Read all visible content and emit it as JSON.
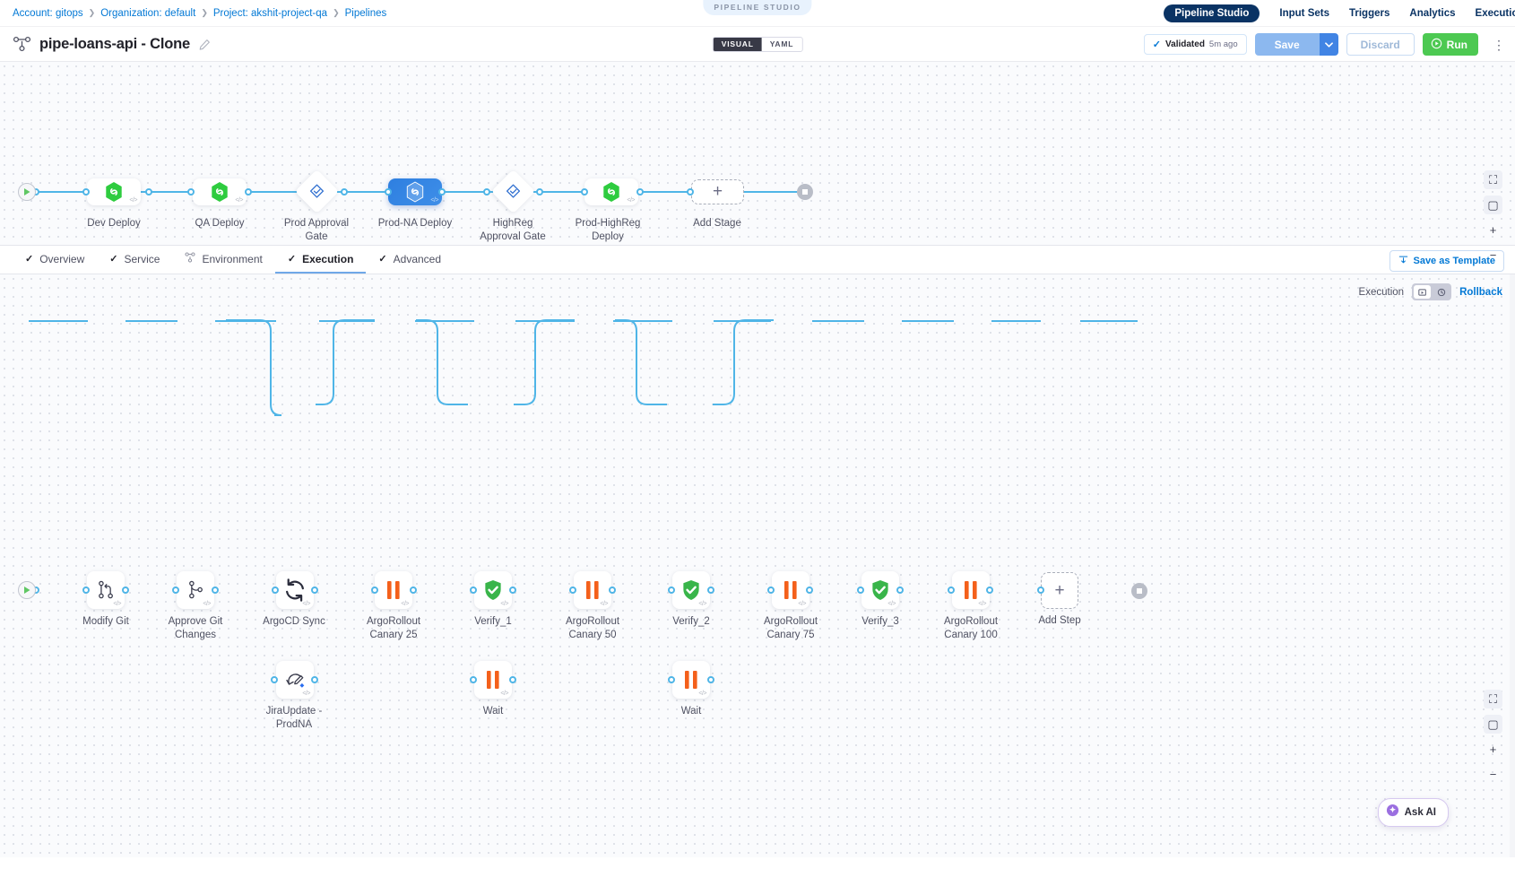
{
  "breadcrumb": {
    "items": [
      {
        "label": "Account: gitops"
      },
      {
        "label": "Organization: default"
      },
      {
        "label": "Project: akshit-project-qa"
      },
      {
        "label": "Pipelines"
      }
    ],
    "separator": "❯"
  },
  "studio_badge": "PIPELINE STUDIO",
  "topnav": {
    "items": [
      {
        "label": "Pipeline Studio",
        "active": true
      },
      {
        "label": "Input Sets",
        "active": false
      },
      {
        "label": "Triggers",
        "active": false
      },
      {
        "label": "Analytics",
        "active": false
      },
      {
        "label": "Execution H",
        "active": false
      }
    ]
  },
  "header": {
    "title": "pipe-loans-api - Clone",
    "edit_icon": "pencil-icon",
    "pipeline_icon": "pipeline-icon",
    "mode_toggle": {
      "visual": "VISUAL",
      "yaml": "YAML",
      "selected": "VISUAL"
    },
    "validated": {
      "label": "Validated",
      "time": "5m ago",
      "icon": "check-icon"
    },
    "save_label": "Save",
    "save_caret": "⌄",
    "discard_label": "Discard",
    "run_label": "Run",
    "kebab": "⋮"
  },
  "stage_graph": {
    "start_icon": "play-icon",
    "end_icon": "stop-icon",
    "nodes": [
      {
        "name": "Dev Deploy",
        "type": "deploy",
        "icon": "argo-hex-icon",
        "selected": false
      },
      {
        "name": "QA Deploy",
        "type": "deploy",
        "icon": "argo-hex-icon",
        "selected": false
      },
      {
        "name": "Prod Approval Gate",
        "type": "approval",
        "icon": "approval-diamond-icon",
        "selected": false
      },
      {
        "name": "Prod-NA Deploy",
        "type": "deploy",
        "icon": "argo-hex-icon",
        "selected": true
      },
      {
        "name": "HighReg Approval Gate",
        "type": "approval",
        "icon": "approval-diamond-icon",
        "selected": false
      },
      {
        "name": "Prod-HighReg Deploy",
        "type": "deploy",
        "icon": "argo-hex-icon",
        "selected": false
      },
      {
        "name": "Add Stage",
        "type": "add",
        "icon": "plus-icon",
        "selected": false
      }
    ]
  },
  "tabs": {
    "items": [
      {
        "label": "Overview",
        "icon": "check-icon",
        "active": false
      },
      {
        "label": "Service",
        "icon": "check-icon",
        "active": false
      },
      {
        "label": "Environment",
        "icon": "environment-icon",
        "active": false
      },
      {
        "label": "Execution",
        "icon": "check-icon",
        "active": true
      },
      {
        "label": "Advanced",
        "icon": "check-icon",
        "active": false
      }
    ],
    "save_as_template": "Save as Template",
    "save_as_template_icon": "template-icon"
  },
  "exec_controls": {
    "execution_label": "Execution",
    "rollback_label": "Rollback",
    "execution_icon": "execution-icon",
    "rollback_icon": "rollback-icon"
  },
  "step_graph": {
    "start_icon": "play-icon",
    "end_icon": "stop-icon",
    "steps": [
      {
        "name": "Modify Git",
        "icon": "git-branch-icon",
        "row": "main"
      },
      {
        "name": "Approve Git Changes",
        "icon": "git-merge-icon",
        "row": "main"
      },
      {
        "name": "ArgoCD Sync",
        "icon": "sync-refresh-icon",
        "row": "main"
      },
      {
        "name": "JiraUpdate - ProdNA",
        "icon": "jira-update-icon",
        "row": "parallel"
      },
      {
        "name": "ArgoRollout Canary 25",
        "icon": "pause-bars-icon",
        "row": "main"
      },
      {
        "name": "Verify_1",
        "icon": "shield-check-icon",
        "row": "main"
      },
      {
        "name": "Wait",
        "icon": "pause-bars-icon",
        "row": "parallel"
      },
      {
        "name": "ArgoRollout Canary 50",
        "icon": "pause-bars-icon",
        "row": "main"
      },
      {
        "name": "Verify_2",
        "icon": "shield-check-icon",
        "row": "main"
      },
      {
        "name": "Wait",
        "icon": "pause-bars-icon",
        "row": "parallel"
      },
      {
        "name": "ArgoRollout Canary 75",
        "icon": "pause-bars-icon",
        "row": "main"
      },
      {
        "name": "Verify_3",
        "icon": "shield-check-icon",
        "row": "main"
      },
      {
        "name": "ArgoRollout Canary 100",
        "icon": "pause-bars-icon",
        "row": "main"
      },
      {
        "name": "Add Step",
        "icon": "plus-icon",
        "row": "main"
      }
    ]
  },
  "zoom_controls": {
    "fit_label": "⛶",
    "frame_label": "▢",
    "zoom_in": "+",
    "zoom_out": "−"
  },
  "ask_ai": {
    "label": "Ask AI",
    "icon": "ai-sparkle-icon"
  },
  "colors": {
    "accent_blue": "#0278d5",
    "nav_navy": "#0a3364",
    "edge_blue": "#4fb5e7",
    "green": "#4dc952",
    "orange": "#f4601b",
    "selected_node": "#2e7fe0"
  }
}
